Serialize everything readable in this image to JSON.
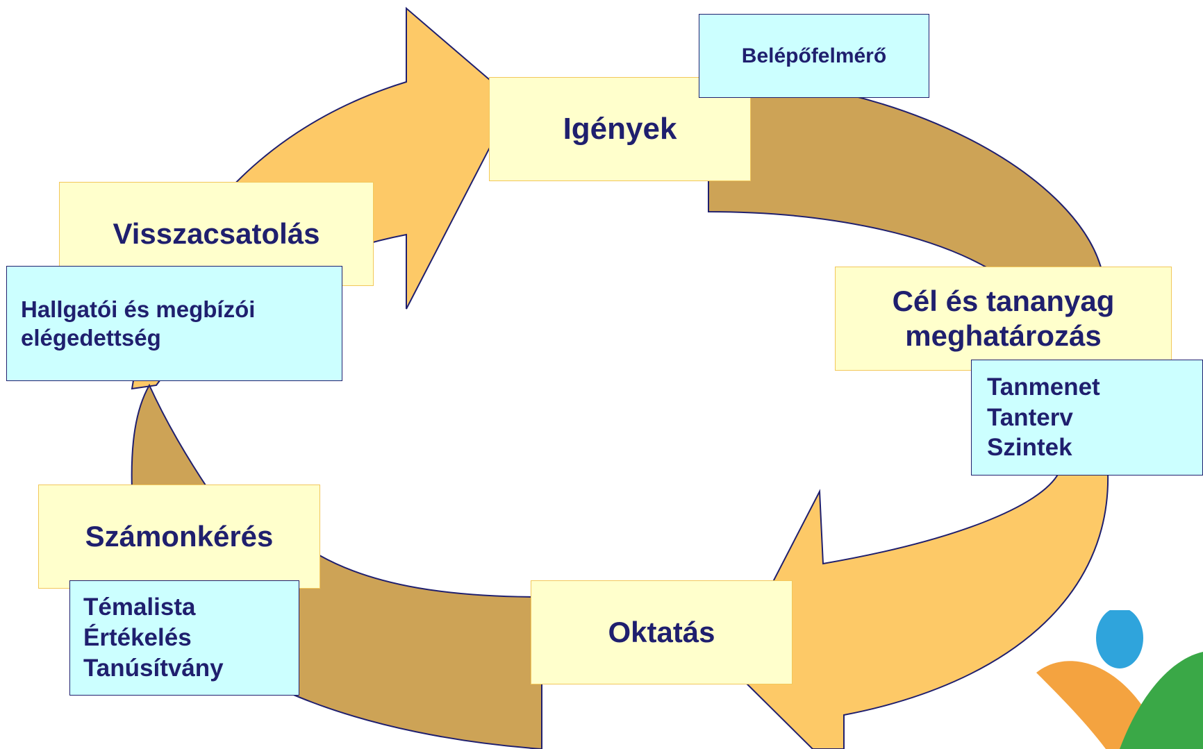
{
  "colors": {
    "arrow_light": "#fdc967",
    "arrow_dark": "#cda356",
    "arrow_outline": "#1f1f6e",
    "stage_fill": "#ffffcc",
    "stage_border": "#f2c75a",
    "note_fill": "#ccffff",
    "text": "#1f1f6e",
    "logo_blue": "#2fa4dc",
    "logo_orange": "#f4a340",
    "logo_green": "#3aa847"
  },
  "stages": {
    "igenyek": "Igények",
    "cel": "Cél és tananyag\nmeghatározás",
    "oktatas": "Oktatás",
    "szamonkeres": "Számonkérés",
    "visszacsatolas": "Visszacsatolás"
  },
  "notes": {
    "belepo": [
      "Belépőfelmérő"
    ],
    "cel": [
      "Tanmenet",
      "Tanterv",
      "Szintek"
    ],
    "szamonkeres": [
      "Témalista",
      "Értékelés",
      "Tanúsítvány"
    ],
    "visszacsatolas": [
      "Hallgatói és megbízói",
      "elégedettség"
    ]
  },
  "logo": {
    "icon": "person-leaf-logo"
  }
}
